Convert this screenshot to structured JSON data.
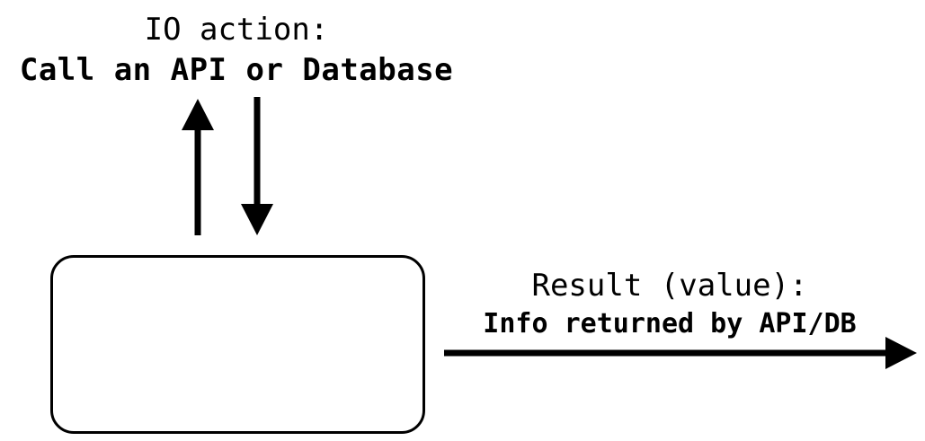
{
  "io_action": {
    "title": "IO action:",
    "subtitle": "Call an API or Database"
  },
  "result": {
    "title": "Result (value):",
    "subtitle": "Info returned by API/DB"
  },
  "colors": {
    "ink": "#000000",
    "background": "#ffffff"
  }
}
